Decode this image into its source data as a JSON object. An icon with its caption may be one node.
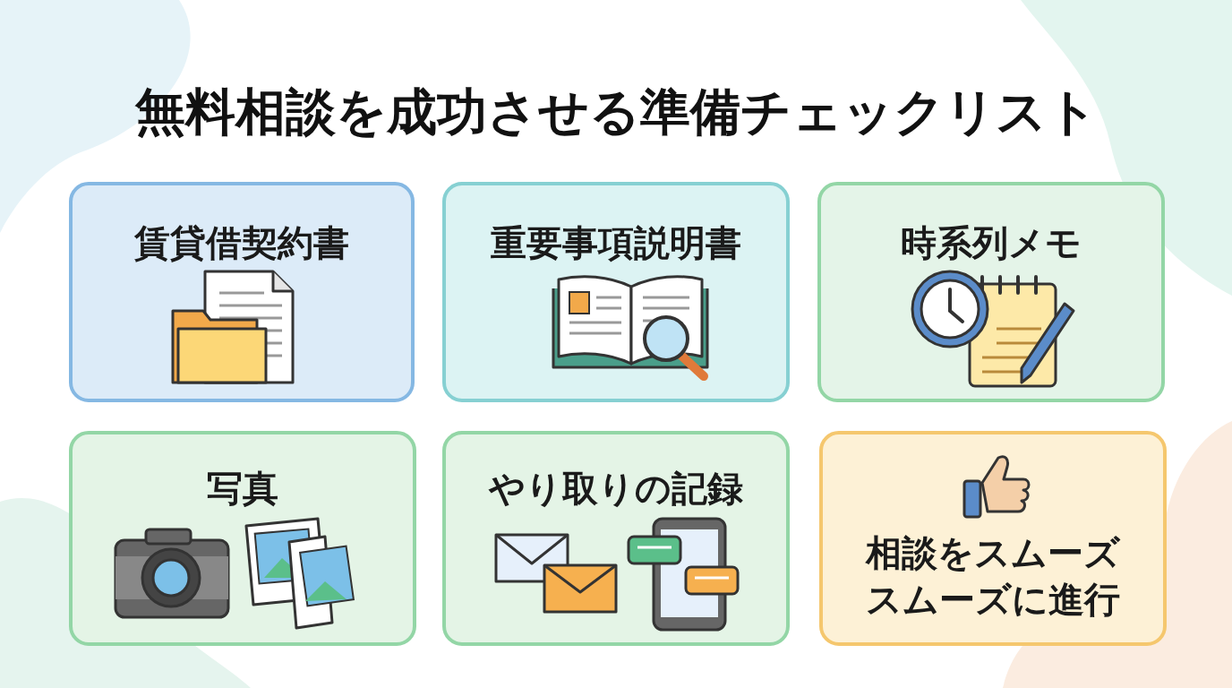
{
  "diagram": {
    "title": "無料相談を成功させる準備チェックリスト",
    "nodes": [
      {
        "text": [
          "賃貸借契約書"
        ]
      },
      {
        "text": [
          "重要事項説明書"
        ]
      },
      {
        "text": [
          "時系列メモ"
        ]
      },
      {
        "text": [
          "写真"
        ]
      },
      {
        "text": [
          "やり取りの記録"
        ]
      },
      {
        "text": [
          "相談をスムーズスムーズに進行"
        ]
      }
    ]
  }
}
